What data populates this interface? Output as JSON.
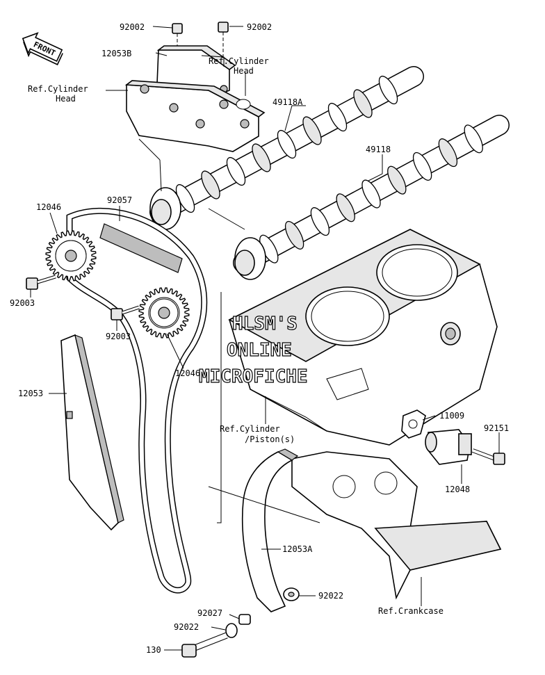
{
  "front_badge": "FRONT",
  "labels": {
    "p92002_a": "92002",
    "p92002_b": "92002",
    "p12053B": "12053B",
    "ref_cyl_head_a_1": "Ref.Cylinder",
    "ref_cyl_head_a_2": "Head",
    "ref_cyl_head_b_1": "Ref.Cylinder",
    "ref_cyl_head_b_2": "Head",
    "p49118A": "49118A",
    "p49118": "49118",
    "p12046_a": "12046",
    "p92057": "92057",
    "p92003_a": "92003",
    "p92003_b": "92003",
    "p12046_b": "12046",
    "p12053": "12053",
    "p11009": "11009",
    "p92151": "92151",
    "ref_cyl_piston_1": "Ref.Cylinder",
    "ref_cyl_piston_2": "/Piston(s)",
    "p12048": "12048",
    "p12053A": "12053A",
    "p92022_a": "92022",
    "p92027": "92027",
    "p92022_b": "92022",
    "ref_crankcase": "Ref.Crankcase",
    "p130": "130"
  },
  "watermark": {
    "line1": "HLSM'S",
    "line2": "ONLINE",
    "line3": "MICROFICHE"
  }
}
